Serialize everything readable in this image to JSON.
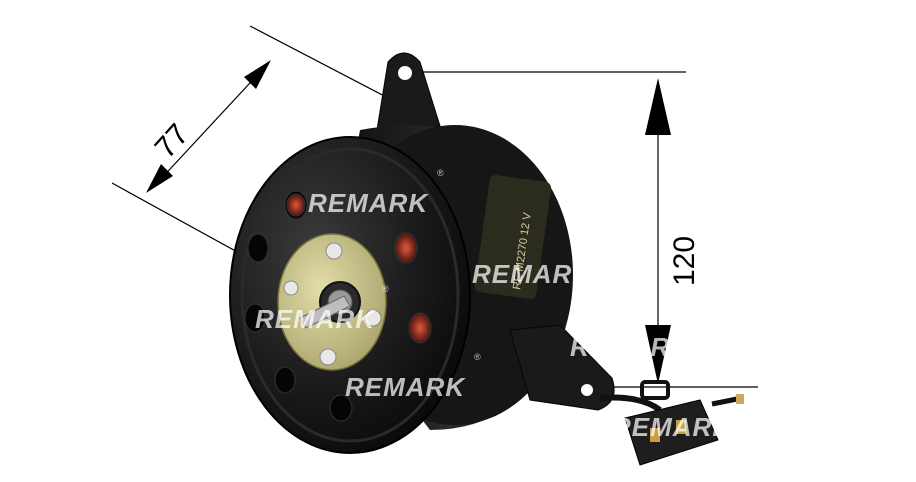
{
  "dimensions": {
    "diameter_label": "77",
    "height_label": "120"
  },
  "motor": {
    "label_text": "RE M2270 12 V"
  },
  "watermark": {
    "brand": "REMARK",
    "mark": "®"
  },
  "colors": {
    "background": "#ffffff",
    "motor_body": "#141414",
    "plate": "#c9c48a",
    "coil": "#b0382a",
    "dimension_line": "#000000"
  }
}
